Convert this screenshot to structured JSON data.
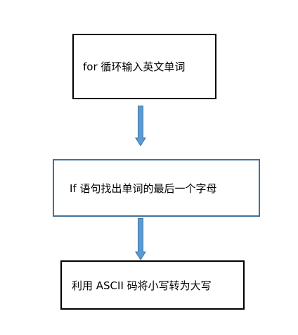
{
  "diagram": {
    "steps": [
      {
        "label": "for 循环输入英文单词"
      },
      {
        "label": "If 语句找出单词的最后一个字母"
      },
      {
        "label": "利用 ASCII 码将小写转为大写"
      }
    ],
    "colors": {
      "arrow_fill": "#5b9bd5",
      "arrow_stroke": "#41719c",
      "box_border_dark": "#000000",
      "box_border_blue": "#41719c"
    }
  }
}
